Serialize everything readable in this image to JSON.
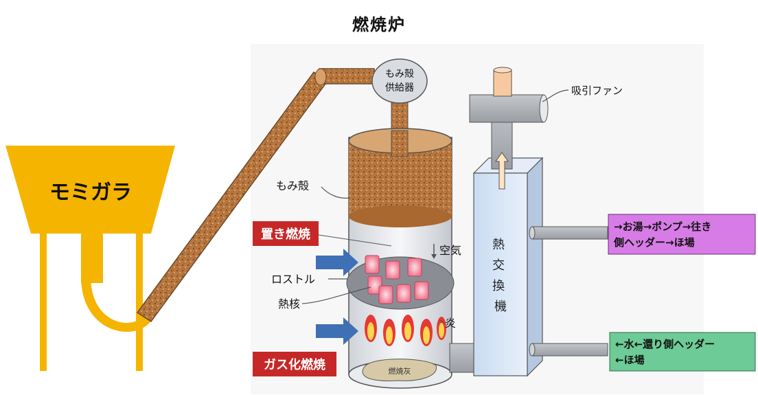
{
  "title": "燃焼炉",
  "hopper_label": "モミガラ",
  "feeder_label_line1": "もみ殻",
  "feeder_label_line2": "供給器",
  "fan_label": "吸引ファン",
  "husk_label": "もみ殻",
  "placed_combustion_label": "置き燃焼",
  "air_label": "空気",
  "rostle_label": "ロストル",
  "heat_core_label": "熱核",
  "flame_label": "炎",
  "gasification_label": "ガス化燃焼",
  "ash_label": "燃焼灰",
  "heat_exchanger_label": "熱交換機",
  "outlet_line1": "→お湯→ポンプ→往き",
  "outlet_line2": "側ヘッダー→ほ場",
  "inlet_line1": "←水←還り側ヘッダー",
  "inlet_line2": "←ほ場",
  "colors": {
    "hopper": "#F5B400",
    "husk": "#B8773F",
    "outlet_box": "#D77CE6",
    "inlet_box": "#6CCB96",
    "label_red": "#C62828",
    "arrow_blue": "#3F6FB5"
  }
}
